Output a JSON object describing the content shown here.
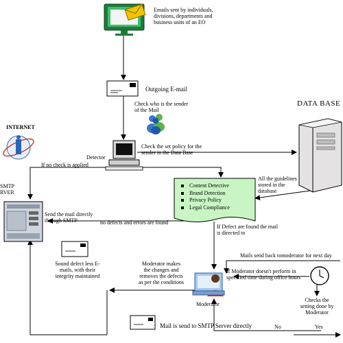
{
  "nodes": {
    "emails_sent": [
      "Emails sent by individuals,",
      "divisions, departments and",
      "business units of an EO"
    ],
    "outgoing_email": "Outgoing E-mail",
    "check_sender": [
      "Check who is the sender",
      "of the Mail"
    ],
    "check_policy": [
      "Check the set policy for the",
      "sender in the Data Base"
    ],
    "detector": "Detector",
    "data_base": "DATA BASE",
    "internet": "INTERNET",
    "smtp_server": [
      "SMTP",
      "RVER"
    ],
    "no_check": "If no check is applied",
    "guidelines": [
      "All the guidelines",
      "stored in the",
      "database"
    ],
    "policy_items": [
      "Content Detective",
      "Brand Detection",
      "Privacy Policy",
      "Legal Compliance"
    ],
    "send_direct": [
      "Send the mail directly",
      "through SMTP"
    ],
    "no_defects": "no defects and errors are found",
    "defect_found": [
      "If Defect are found the mail",
      "is directed to"
    ],
    "mails_back": "Mails send back tomoderator for next day",
    "moderator_not_perform": [
      "If Moderator doesn't perform in",
      "specified time during office hours"
    ],
    "moderator_makes": [
      "Moderator makes",
      "the changes and",
      "removes the defects",
      "as per the conditions"
    ],
    "moderator": "Moderator",
    "sound_defect": [
      "Sound defect less E-",
      "mails, with their",
      "integrity maintained"
    ],
    "checks_setting": [
      "Checks the",
      "setting done by",
      "Moderator"
    ],
    "mail_sent_smtp": "Mail is send to SMTP Server directly",
    "no_label": "No",
    "yes_label": "Yes"
  },
  "colors": {
    "monitor": "#1f7a3a",
    "envelope_yellow": "#f2c400",
    "policy_box": "#c9f5c4",
    "server": "#cfd5df"
  },
  "icons": [
    "email-monitor-icon",
    "envelope-icon",
    "users-icon",
    "computer-icon",
    "server-tower-icon",
    "internet-icon",
    "smtp-server-icon",
    "moderator-icon",
    "clock-icon"
  ]
}
